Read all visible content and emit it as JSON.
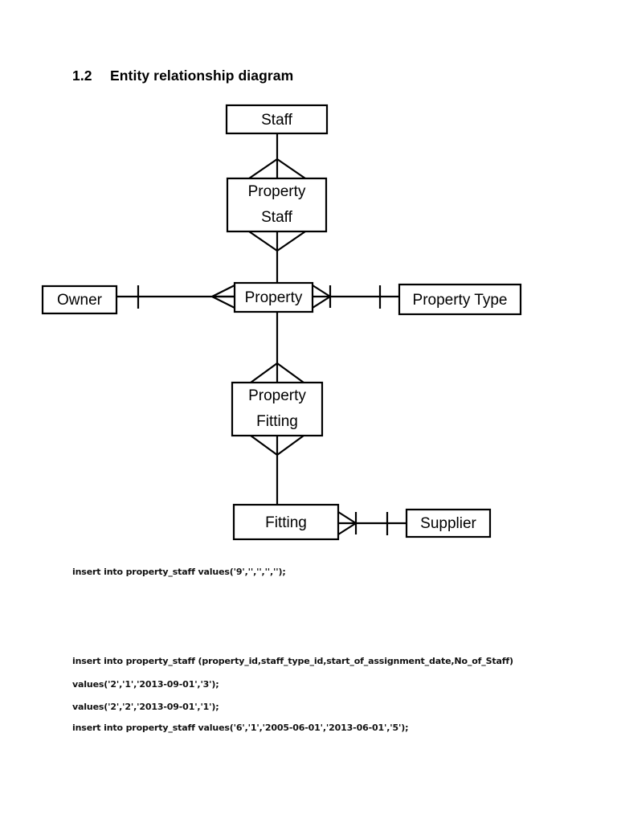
{
  "document": {
    "heading_number": "1.2",
    "heading_text": "Entity relationship diagram"
  },
  "diagram": {
    "type": "entity-relationship",
    "notation": "crows-foot",
    "entities": [
      {
        "id": "staff",
        "label": "Staff",
        "label_line1": "Staff",
        "label_line2": ""
      },
      {
        "id": "property_staff",
        "label": "Property Staff",
        "label_line1": "Property",
        "label_line2": "Staff"
      },
      {
        "id": "owner",
        "label": "Owner",
        "label_line1": "Owner",
        "label_line2": ""
      },
      {
        "id": "property",
        "label": "Property",
        "label_line1": "Property",
        "label_line2": ""
      },
      {
        "id": "property_type",
        "label": "Property Type",
        "label_line1": "Property Type",
        "label_line2": ""
      },
      {
        "id": "property_fitting",
        "label": "Property Fitting",
        "label_line1": "Property",
        "label_line2": "Fitting"
      },
      {
        "id": "fitting",
        "label": "Fitting",
        "label_line1": "Fitting",
        "label_line2": ""
      },
      {
        "id": "supplier",
        "label": "Supplier",
        "label_line1": "Supplier",
        "label_line2": ""
      }
    ],
    "relationships": [
      {
        "from": "staff",
        "to": "property_staff",
        "from_cardinality": "one",
        "to_cardinality": "many"
      },
      {
        "from": "property_staff",
        "to": "property",
        "from_cardinality": "many",
        "to_cardinality": "one"
      },
      {
        "from": "owner",
        "to": "property",
        "from_cardinality": "one",
        "to_cardinality": "many"
      },
      {
        "from": "property",
        "to": "property_type",
        "from_cardinality": "many-one",
        "to_cardinality": "one"
      },
      {
        "from": "property",
        "to": "property_fitting",
        "from_cardinality": "one",
        "to_cardinality": "many"
      },
      {
        "from": "property_fitting",
        "to": "fitting",
        "from_cardinality": "many",
        "to_cardinality": "one"
      },
      {
        "from": "fitting",
        "to": "supplier",
        "from_cardinality": "many-one",
        "to_cardinality": "one"
      }
    ],
    "colors": {
      "stroke": "#000000",
      "fill": "#ffffff"
    }
  },
  "sql": {
    "lines": [
      "insert into property_staff values('9','','','','');",
      "insert into property_staff (property_id,staff_type_id,start_of_assignment_date,No_of_Staff)",
      "values('2','1','2013-09-01','3');",
      "values('2','2','2013-09-01','1');",
      "insert into property_staff values('6','1','2005-06-01','2013-06-01','5');"
    ]
  }
}
